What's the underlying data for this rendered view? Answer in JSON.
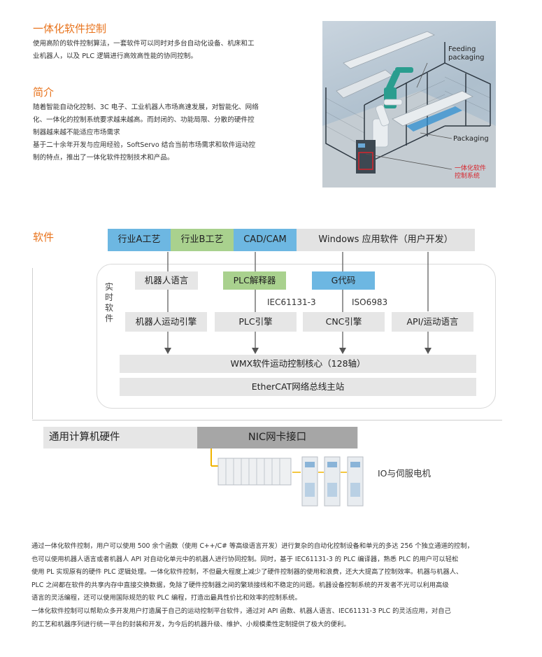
{
  "section1": {
    "title": "一体化软件控制",
    "text_lines": [
      "使用高阶的软件控制算法，一套软件可以同时对多台自动化设备、机床和工",
      "业机器人，以及 PLC 逻辑进行高效高性能的协同控制。"
    ]
  },
  "section2": {
    "title": "简介",
    "text_lines": [
      "随着智能自动化控制、3C 电子、工业机器人市场高速发展，对智能化、网络",
      "化、一体化的控制系统要求越来越高。而封闭的、功能局限、分散的硬件控",
      "制器越来越不能适应市场需求",
      "基于二十余年开发与应用经验，SoftServo 结合当前市场需求和软件运动控",
      "制的特点，推出了一体化软件控制技术和产品。"
    ]
  },
  "photo": {
    "caption_feeding_line1": "Feeding",
    "caption_feeding_line2": "packaging",
    "caption_packaging": "Packaging",
    "caption_system_line1": "一体化软件",
    "caption_system_line2": "控制系统"
  },
  "section3": {
    "title": "软件"
  },
  "diagram": {
    "top_row": [
      {
        "label": "行业A工艺",
        "color": "#6db7e2"
      },
      {
        "label": "行业B工艺",
        "color": "#a9d18e"
      },
      {
        "label": "CAD/CAM",
        "color": "#6db7e2"
      },
      {
        "label": "Windows 应用软件（用户开发）",
        "color": "#e3e3e3"
      }
    ],
    "realtime_label": "实时软件",
    "mid_row": [
      {
        "label": "机器人语言",
        "color": "#e6e6e6"
      },
      {
        "label": "PLC解释器",
        "color": "#a9d18e"
      },
      {
        "label": "G代码",
        "color": "#6db7e2"
      }
    ],
    "standard_1": "IEC61131-3",
    "standard_2": "ISO6983",
    "engine_row": [
      {
        "label": "机器人运动引擎"
      },
      {
        "label": "PLC引擎"
      },
      {
        "label": "CNC引擎"
      },
      {
        "label": "API/运动语言"
      }
    ],
    "core": "WMX软件运动控制核心（128轴）",
    "bus": "EtherCAT网络总线主站",
    "hardware": "通用计算机硬件",
    "nic": "NIC网卡接口",
    "io_label": "IO与伺服电机"
  },
  "bottom_text_lines": [
    "通过一体化软件控制，用户可以使用 500 余个函数（使用 C++/C# 等高级语言开发）进行复杂的自动化控制设备和单元的多达 256 个独立通道的控制，",
    "也可以使用机器人语言或者机器人 API 对自动化单元中的机器人进行协同控制。同时，基于 IEC61131-3 的 PLC 编译器，熟悉 PLC 的用户可以轻松",
    "使用 PL 实现原有的硬件 PLC 逻辑处理。一体化软件控制，不但最大程度上减少了硬件控制器的使用和浪费，还大大提高了控制效率。机器与机器人、",
    "PLC 之间都在软件的共享内存中直接交换数据，免除了硬件控制器之间的繁琐接线和不稳定的问题。机器设备控制系统的开发者不光可以利用高级",
    "语言的灵活编程，还可以使用国际规范的软 PLC 编程，打造出最具性价比和效率的控制系统。",
    "一体化软件控制可以帮助众多开发用户打造属于自己的运动控制平台软件，通过对 API 函数、机器人语言、IEC61131-3  PLC 的灵活应用，对自己",
    "的工艺和机器序列进行统一平台的封装和开发，为今后的机器升级、维护、小规模柔性定制提供了极大的便利。"
  ]
}
